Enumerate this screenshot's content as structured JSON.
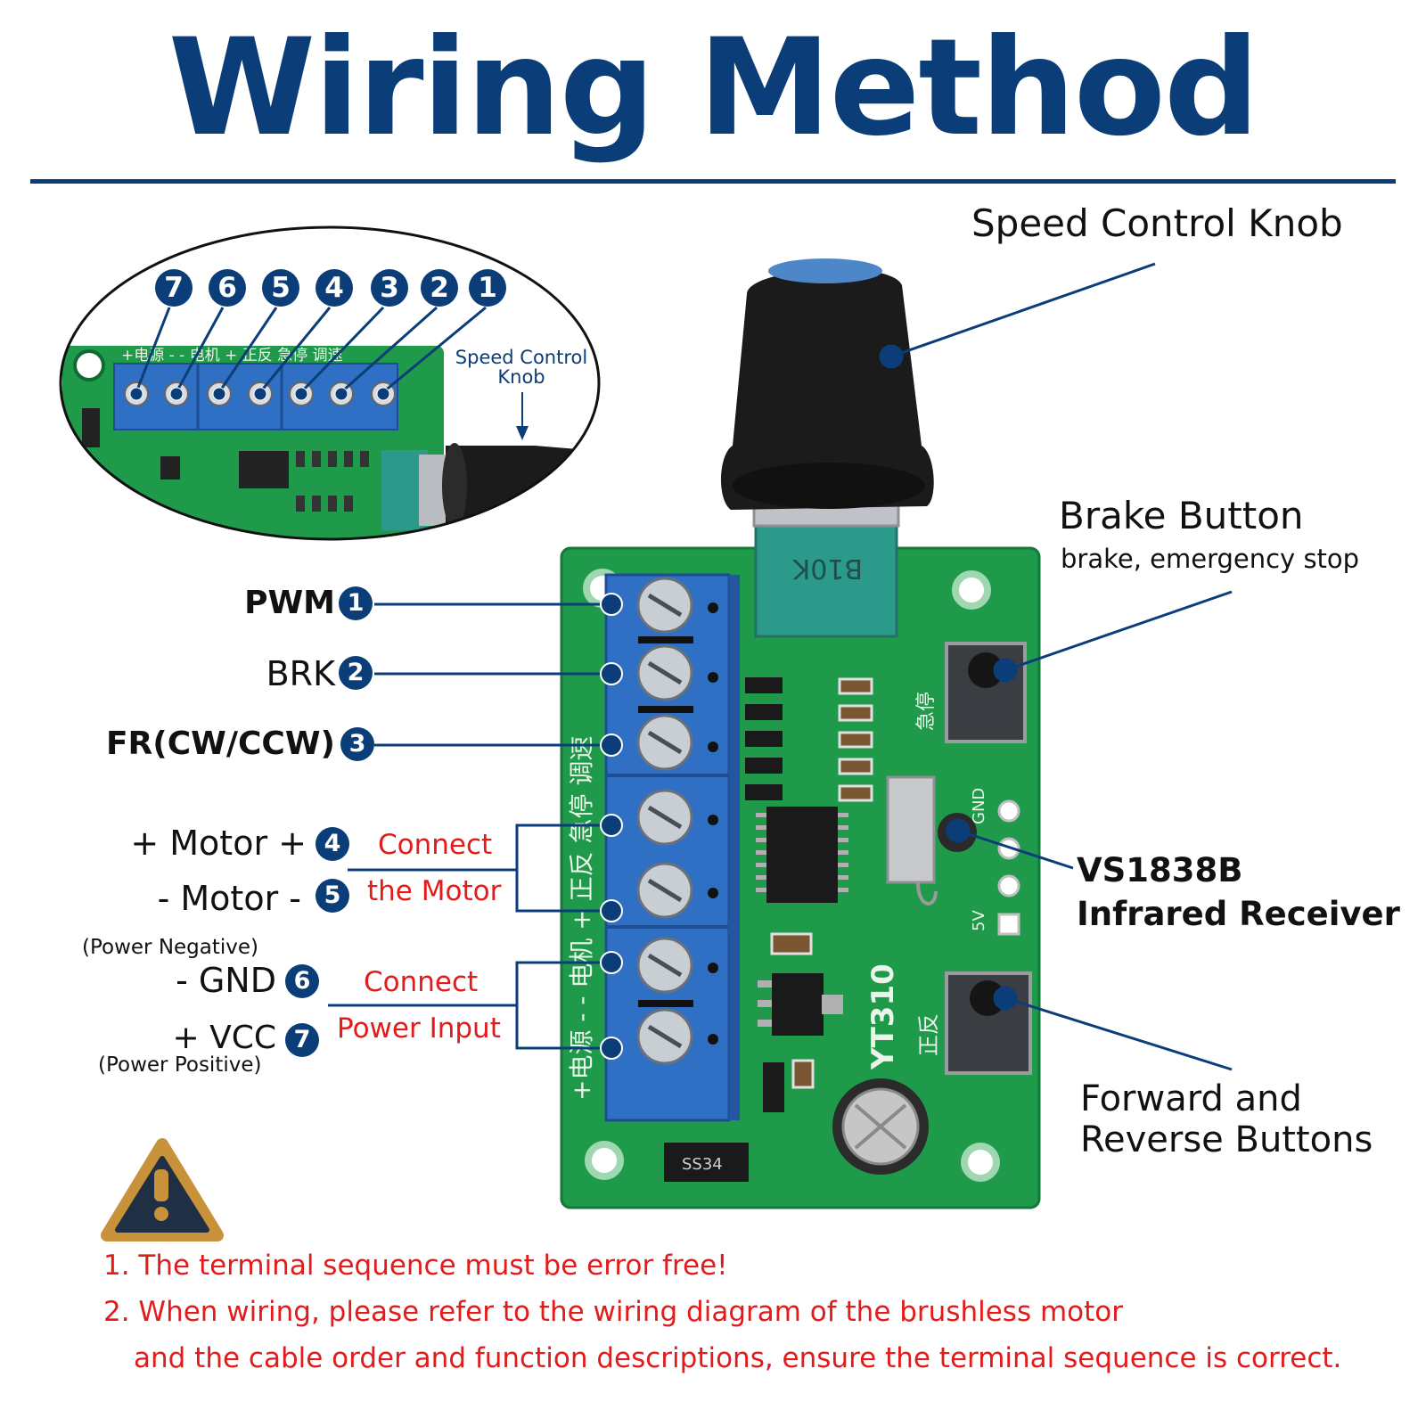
{
  "title": "Wiring Method",
  "callouts": {
    "knob": "Speed Control Knob",
    "brake_title": "Brake Button",
    "brake_sub": "brake, emergency stop",
    "ir_line1": "VS1838B",
    "ir_line2": "Infrared Receiver",
    "fr_line1": "Forward and",
    "fr_line2": "Reverse Buttons"
  },
  "inset": {
    "knob_line1": "Speed Control",
    "knob_line2": "Knob",
    "badges": [
      "7",
      "6",
      "5",
      "4",
      "3",
      "2",
      "1"
    ],
    "silk_text": "+电源 - - 电机 + 正反 急停 调速"
  },
  "pins": [
    {
      "num": "1",
      "label": "PWM"
    },
    {
      "num": "2",
      "label": "BRK"
    },
    {
      "num": "3",
      "label": "FR(CW/CCW)"
    },
    {
      "num": "4",
      "label": "+ Motor +"
    },
    {
      "num": "5",
      "label": "- Motor -"
    },
    {
      "num": "6",
      "label": "- GND"
    },
    {
      "num": "7",
      "label": "+ VCC"
    }
  ],
  "power_notes": {
    "negative": "(Power Negative)",
    "positive": "(Power Positive)"
  },
  "groups": {
    "motor_line1": "Connect",
    "motor_line2": "the Motor",
    "power_line1": "Connect",
    "power_line2": "Power Input"
  },
  "board": {
    "silk_side": "+电源 - - 电机 + 正反 急停 调速",
    "model": "YT310",
    "pot_label": "B10K",
    "fr_silk": "正反",
    "brake_silk": "急停",
    "gnd": "GND",
    "v5": "5V",
    "diode": "SS34"
  },
  "notes": [
    "1. The terminal sequence must be error free!",
    "2. When wiring, please refer to the wiring diagram of the brushless motor",
    "and the cable order and function descriptions, ensure the terminal sequence is correct."
  ],
  "colors": {
    "accent": "#0b3d78",
    "warning": "#e31b1b",
    "pcb": "#1f9a4a",
    "terminal": "#2f6fc4",
    "warning_icon": "#c7923a"
  },
  "icons": [
    "warning-triangle-icon"
  ]
}
